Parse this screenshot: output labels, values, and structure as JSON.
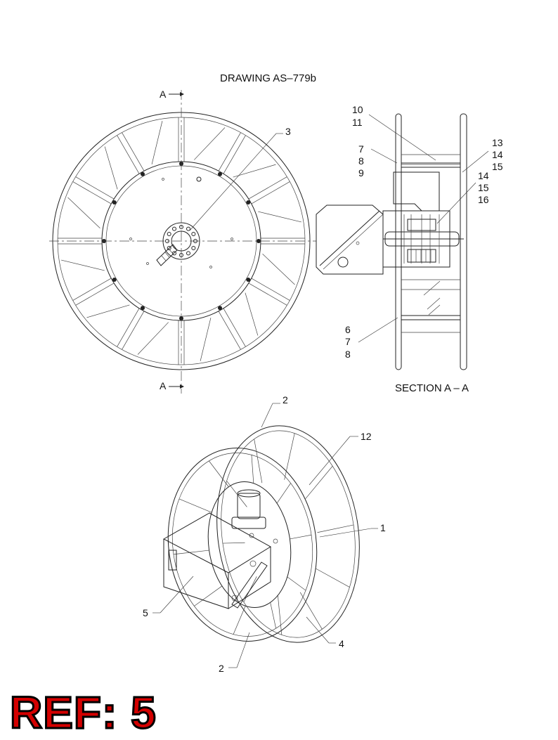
{
  "drawing_title": "DRAWING  AS–779b",
  "section_title": "SECTION  A – A",
  "section_marker": "A",
  "ref_badge": "REF: 5",
  "callouts": {
    "c1": "1",
    "c2a": "2",
    "c2b": "2",
    "c3": "3",
    "c4": "4",
    "c5": "5",
    "c6": "6",
    "c7a": "7",
    "c7b": "7",
    "c8a": "8",
    "c8b": "8",
    "c9": "9",
    "c10": "10",
    "c11": "11",
    "c12": "12",
    "c13": "13",
    "c14a": "14",
    "c14b": "14",
    "c15a": "15",
    "c15b": "15",
    "c16": "16"
  },
  "colors": {
    "line": "#222222",
    "ref_badge": "#d40000"
  }
}
